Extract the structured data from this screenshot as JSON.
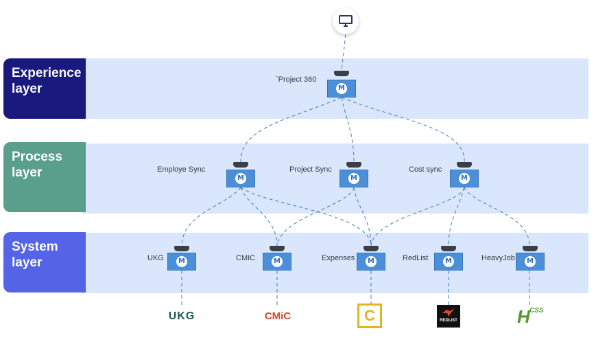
{
  "colors": {
    "band": "#d9e6fb",
    "experience": "#1a1a7e",
    "process": "#5a9e8c",
    "system": "#5563e6",
    "connector": "#4a86c8",
    "mule": "#4b8fd9"
  },
  "client": {
    "icon": "monitor-icon"
  },
  "layers": {
    "experience": "Experience\nlayer",
    "process": "Process\nlayer",
    "system": "System\nlayer"
  },
  "experience_apis": [
    {
      "label": "`Project 360"
    }
  ],
  "process_apis": [
    {
      "label": "Employe Sync"
    },
    {
      "label": "Project Sync"
    },
    {
      "label": "Cost sync"
    }
  ],
  "system_apis": [
    {
      "label": "UKG"
    },
    {
      "label": "CMIC"
    },
    {
      "label": "Expenses"
    },
    {
      "label": "RedList"
    },
    {
      "label": "HeavyJob"
    }
  ],
  "logos": {
    "ukg": "UKG",
    "cmic": "CMiC",
    "expenses": "C",
    "redlist": "REDLIST",
    "hcss_h": "H",
    "hcss": "CSS"
  }
}
